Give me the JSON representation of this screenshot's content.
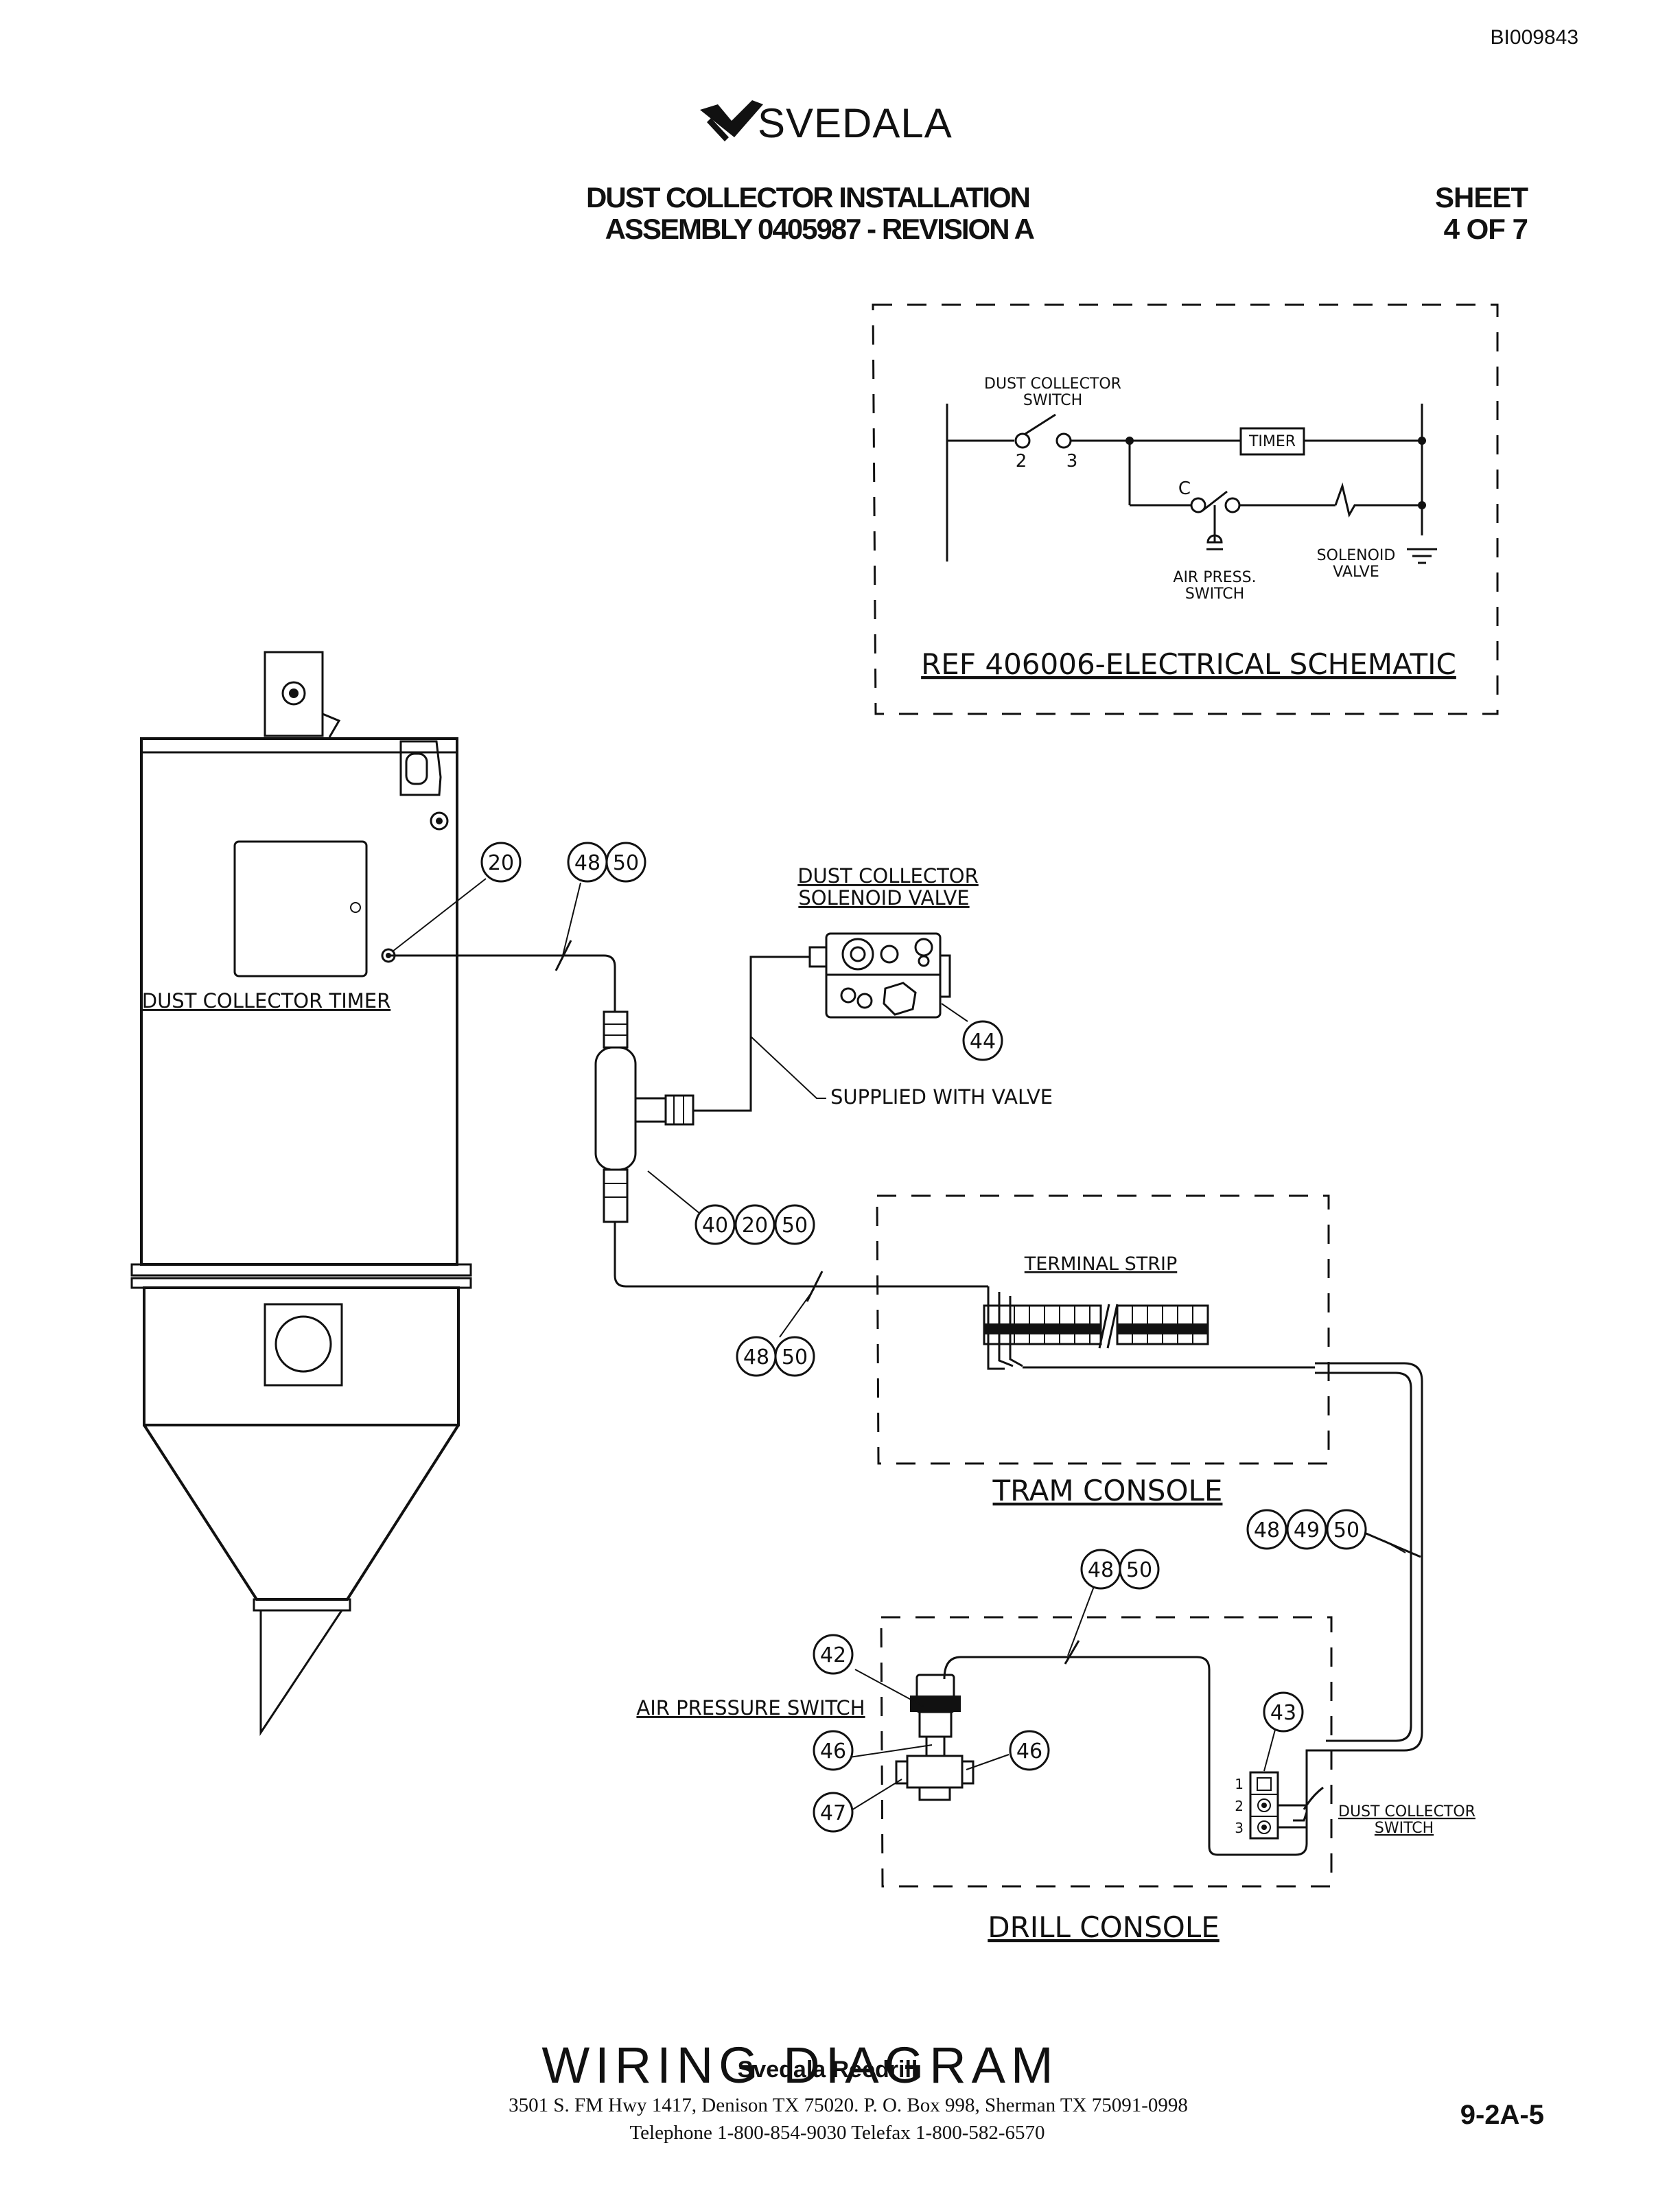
{
  "doc_id": "BI009843",
  "brand": {
    "name": "SVEDALA",
    "logo_icon": "svedala-logo-icon"
  },
  "header": {
    "title_line1": "DUST COLLECTOR INSTALLATION",
    "title_line2": "ASSEMBLY 0405987 - REVISION A",
    "sheet_label": "SHEET",
    "sheet_value": "4 OF 7"
  },
  "schematic": {
    "switch_label_1": "DUST COLLECTOR",
    "switch_label_2": "SWITCH",
    "terminal_2": "2",
    "terminal_3": "3",
    "timer_label": "TIMER",
    "contact_c": "C",
    "air_switch_label_1": "AIR PRESS.",
    "air_switch_label_2": "SWITCH",
    "solenoid_label_1": "SOLENOID",
    "solenoid_label_2": "VALVE",
    "ref_caption": "REF 406006-ELECTRICAL SCHEMATIC"
  },
  "labels": {
    "dust_collector_timer": "DUST COLLECTOR TIMER",
    "solenoid_valve_1": "DUST COLLECTOR",
    "solenoid_valve_2": "SOLENOID VALVE",
    "supplied_with_valve": "SUPPLIED WITH VALVE",
    "terminal_strip": "TERMINAL STRIP",
    "tram_console": "TRAM CONSOLE",
    "air_pressure_switch": "AIR PRESSURE SWITCH",
    "drill_console": "DRILL CONSOLE",
    "dc_switch_1": "DUST COLLECTOR",
    "dc_switch_2": "SWITCH",
    "switch_pos_1": "1",
    "switch_pos_2": "2",
    "switch_pos_3": "3"
  },
  "callouts": {
    "c20a": "20",
    "c48a": "48",
    "c50a": "50",
    "c44": "44",
    "c40": "40",
    "c20b": "20",
    "c50b": "50",
    "c48b": "48",
    "c50c": "50",
    "c48c": "48",
    "c49": "49",
    "c50d": "50",
    "c48d": "48",
    "c50e": "50",
    "c42": "42",
    "c46a": "46",
    "c46b": "46",
    "c47": "47",
    "c43": "43"
  },
  "footer": {
    "wiring_diagram": "WIRING DIAGRAM",
    "company": "Svedala Reedrill",
    "address": "3501 S. FM Hwy 1417, Denison TX 75020.   P. O. Box 998, Sherman TX 75091-0998",
    "phone": "Telephone 1-800-854-9030 Telefax 1-800-582-6570",
    "page_number": "9-2A-5"
  }
}
